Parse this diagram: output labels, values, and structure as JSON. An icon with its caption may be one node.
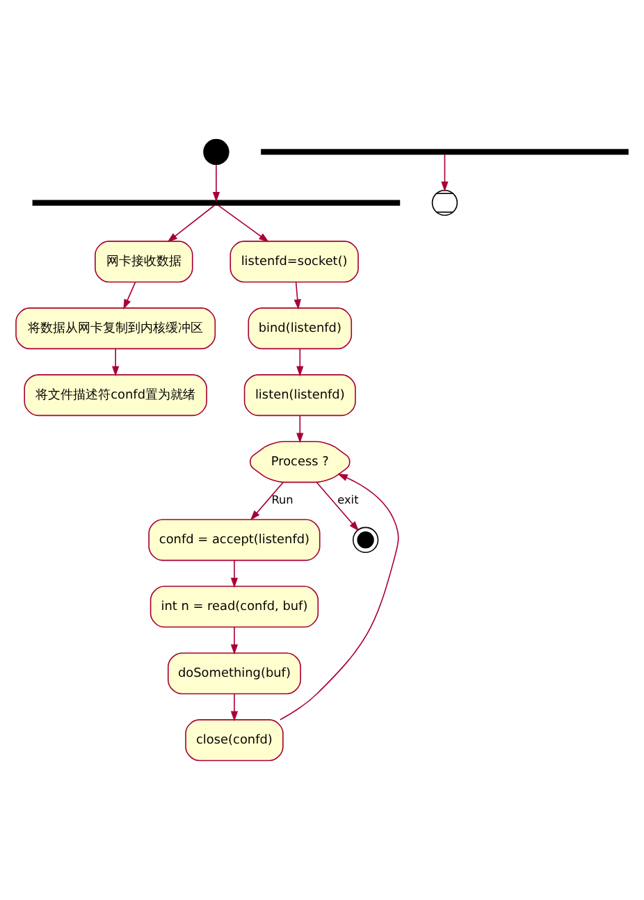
{
  "diagram": {
    "nodes": [
      {
        "text": [],
        "shape": "circle"
      },
      {
        "text": [],
        "shape": "bar"
      },
      {
        "text": [
          "网卡接收数据"
        ]
      },
      {
        "text": [
          "将数据从网卡复制到内核缓冲区"
        ]
      },
      {
        "text": [
          "将文件描述符confd置为就绪"
        ]
      },
      {
        "text": [
          "listenfd=socket()"
        ]
      },
      {
        "text": [
          "bind(listenfd)"
        ]
      },
      {
        "text": [
          "listen(listenfd)"
        ]
      },
      {
        "text": [
          "Process ?"
        ]
      },
      {
        "text": [
          "confd = accept(listenfd)"
        ]
      },
      {
        "text": [
          "int n = read(confd, buf)"
        ]
      },
      {
        "text": [
          "doSomething(buf)"
        ]
      },
      {
        "text": [
          "close(confd)"
        ]
      },
      {
        "text": [],
        "shape": "circle"
      },
      {
        "text": [],
        "shape": "bar"
      },
      {
        "text": [],
        "shape": "circle"
      }
    ],
    "edges": [
      {
        "from": 0,
        "to": 1,
        "arrow": "to"
      },
      {
        "from": 1,
        "to": 2,
        "arrow": "to"
      },
      {
        "from": 2,
        "to": 3,
        "arrow": "to"
      },
      {
        "from": 3,
        "to": 4,
        "arrow": "to"
      },
      {
        "from": 1,
        "to": 5,
        "arrow": "to"
      },
      {
        "from": 5,
        "to": 6,
        "arrow": "to"
      },
      {
        "from": 6,
        "to": 7,
        "arrow": "to"
      },
      {
        "from": 7,
        "to": 8,
        "arrow": "to"
      },
      {
        "from": 8,
        "to": 9,
        "arrow": "to",
        "label": "Run"
      },
      {
        "from": 9,
        "to": 10,
        "arrow": "to"
      },
      {
        "from": 10,
        "to": 11,
        "arrow": "to"
      },
      {
        "from": 11,
        "to": 12,
        "arrow": "to"
      },
      {
        "from": 12,
        "to": 8,
        "arrow": "to"
      },
      {
        "from": 8,
        "to": 13,
        "arrow": "to",
        "label": "exit"
      },
      {
        "from": 14,
        "to": 15,
        "arrow": "to"
      }
    ]
  }
}
